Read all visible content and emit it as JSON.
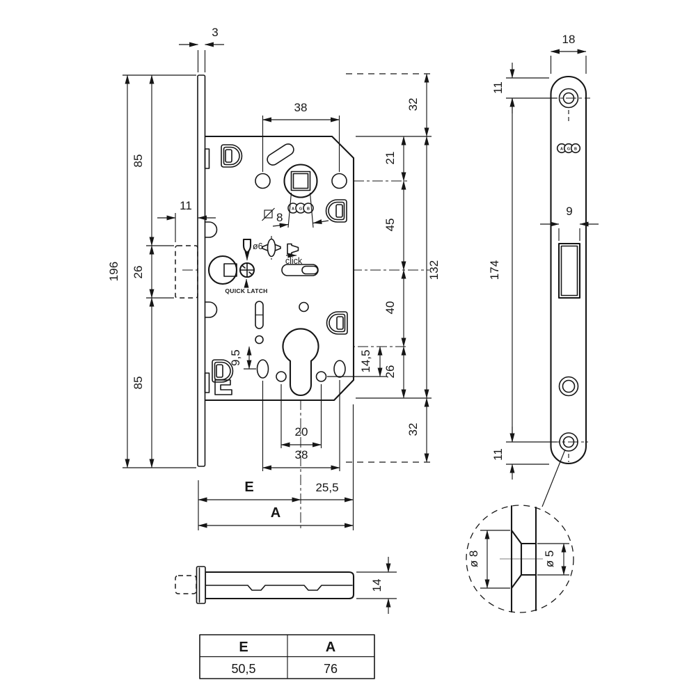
{
  "labels": {
    "d3": "3",
    "d38_top": "38",
    "d32_top": "32",
    "d85_top": "85",
    "d21": "21",
    "d11_left": "11",
    "d45": "45",
    "d196": "196",
    "d26_left": "26",
    "d132": "132",
    "d40": "40",
    "d85_bottom": "85",
    "d9_5": "9,5",
    "d14_5": "14,5",
    "d26_right": "26",
    "d20": "20",
    "d38_bottom": "38",
    "d32_bottom": "32",
    "dE": "E",
    "d25_5": "25,5",
    "dA": "A",
    "d14": "14",
    "d18": "18",
    "d11_fp_top": "11",
    "d9": "9",
    "d174": "174",
    "d11_fp_bottom": "11",
    "d8_detail": "ø 8",
    "d5_detail": "ø 5",
    "d6_latch": "ø6",
    "d8_square": "8",
    "click": "click",
    "quick_latch": "QUICK LATCH",
    "agb_a": "A",
    "agb_g": "G",
    "agb_b": "B"
  },
  "table": {
    "col1_header": "E",
    "col2_header": "A",
    "col1_value": "50,5",
    "col2_value": "76"
  },
  "colors": {
    "line": "#161616",
    "centerline_gray": "#a9a9a9",
    "background": "#ffffff"
  }
}
